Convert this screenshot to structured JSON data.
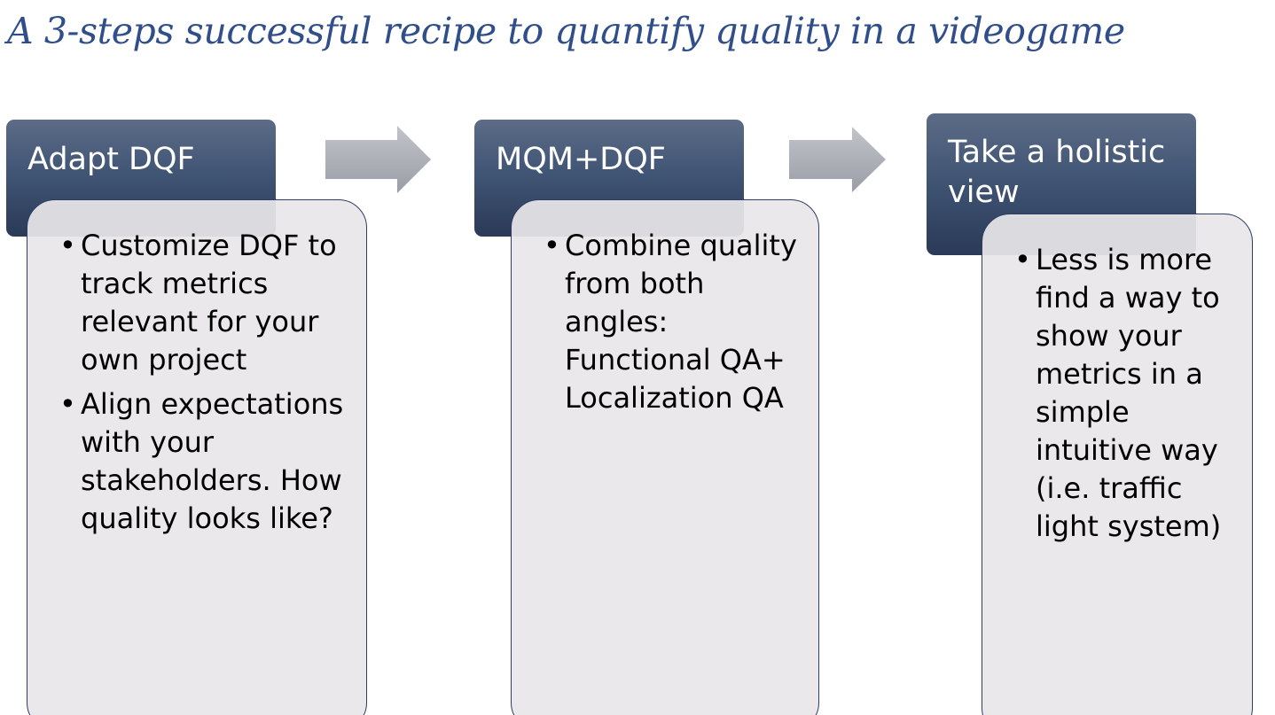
{
  "title": "A 3-steps successful recipe to quantify quality in a videogame",
  "colors": {
    "title": "#2f4e8a",
    "header_top": "#5c6c86",
    "header_bottom": "#2a3a57",
    "card_fill": "#e8e6e8",
    "card_border": "#2e3d63",
    "arrow": "#a9abb2"
  },
  "steps": [
    {
      "header": "Adapt DQF",
      "bullets": [
        "Customize DQF to track metrics relevant for your own project",
        "Align expectations with your stakeholders. How quality looks like?"
      ]
    },
    {
      "header": "MQM+DQF",
      "bullets": [
        "Combine quality from both angles: Functional QA+ Localization QA"
      ]
    },
    {
      "header": "Take a holistic view",
      "bullets": [
        "Less is more find a way to show your metrics in a simple intuitive way (i.e. traffic light system)"
      ]
    }
  ],
  "bullet_glyph": "•"
}
